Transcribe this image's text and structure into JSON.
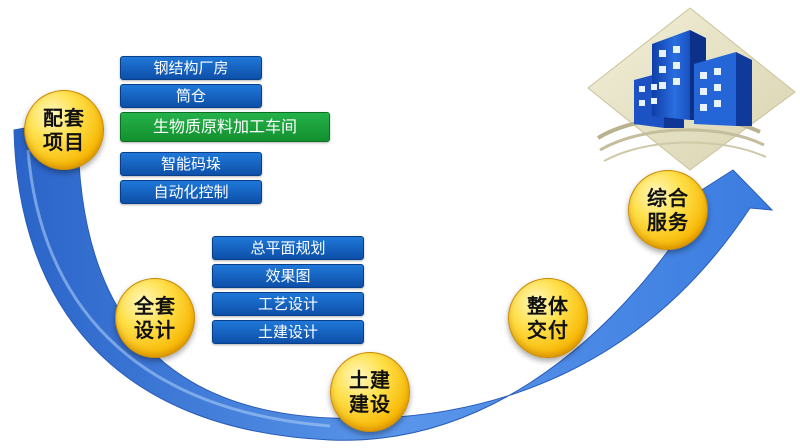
{
  "stages": [
    {
      "line1": "配套",
      "line2": "项目"
    },
    {
      "line1": "全套",
      "line2": "设计"
    },
    {
      "line1": "土建",
      "line2": "建设"
    },
    {
      "line1": "整体",
      "line2": "交付"
    },
    {
      "line1": "综合",
      "line2": "服务"
    }
  ],
  "supporting_projects": [
    "钢结构厂房",
    "筒仓",
    "生物质原料加工车间",
    "智能码垛",
    "自动化控制"
  ],
  "full_design": [
    "总平面规划",
    "效果图",
    "工艺设计",
    "土建设计"
  ],
  "highlighted_item": "生物质原料加工车间",
  "colors": {
    "arrow": "#3a78d8",
    "circle": "#f7b500",
    "tag": "#1565c8",
    "tag_highlight": "#1aa33c",
    "building": "#1f5fd0"
  },
  "icons": {
    "building": "office-building-icon"
  }
}
